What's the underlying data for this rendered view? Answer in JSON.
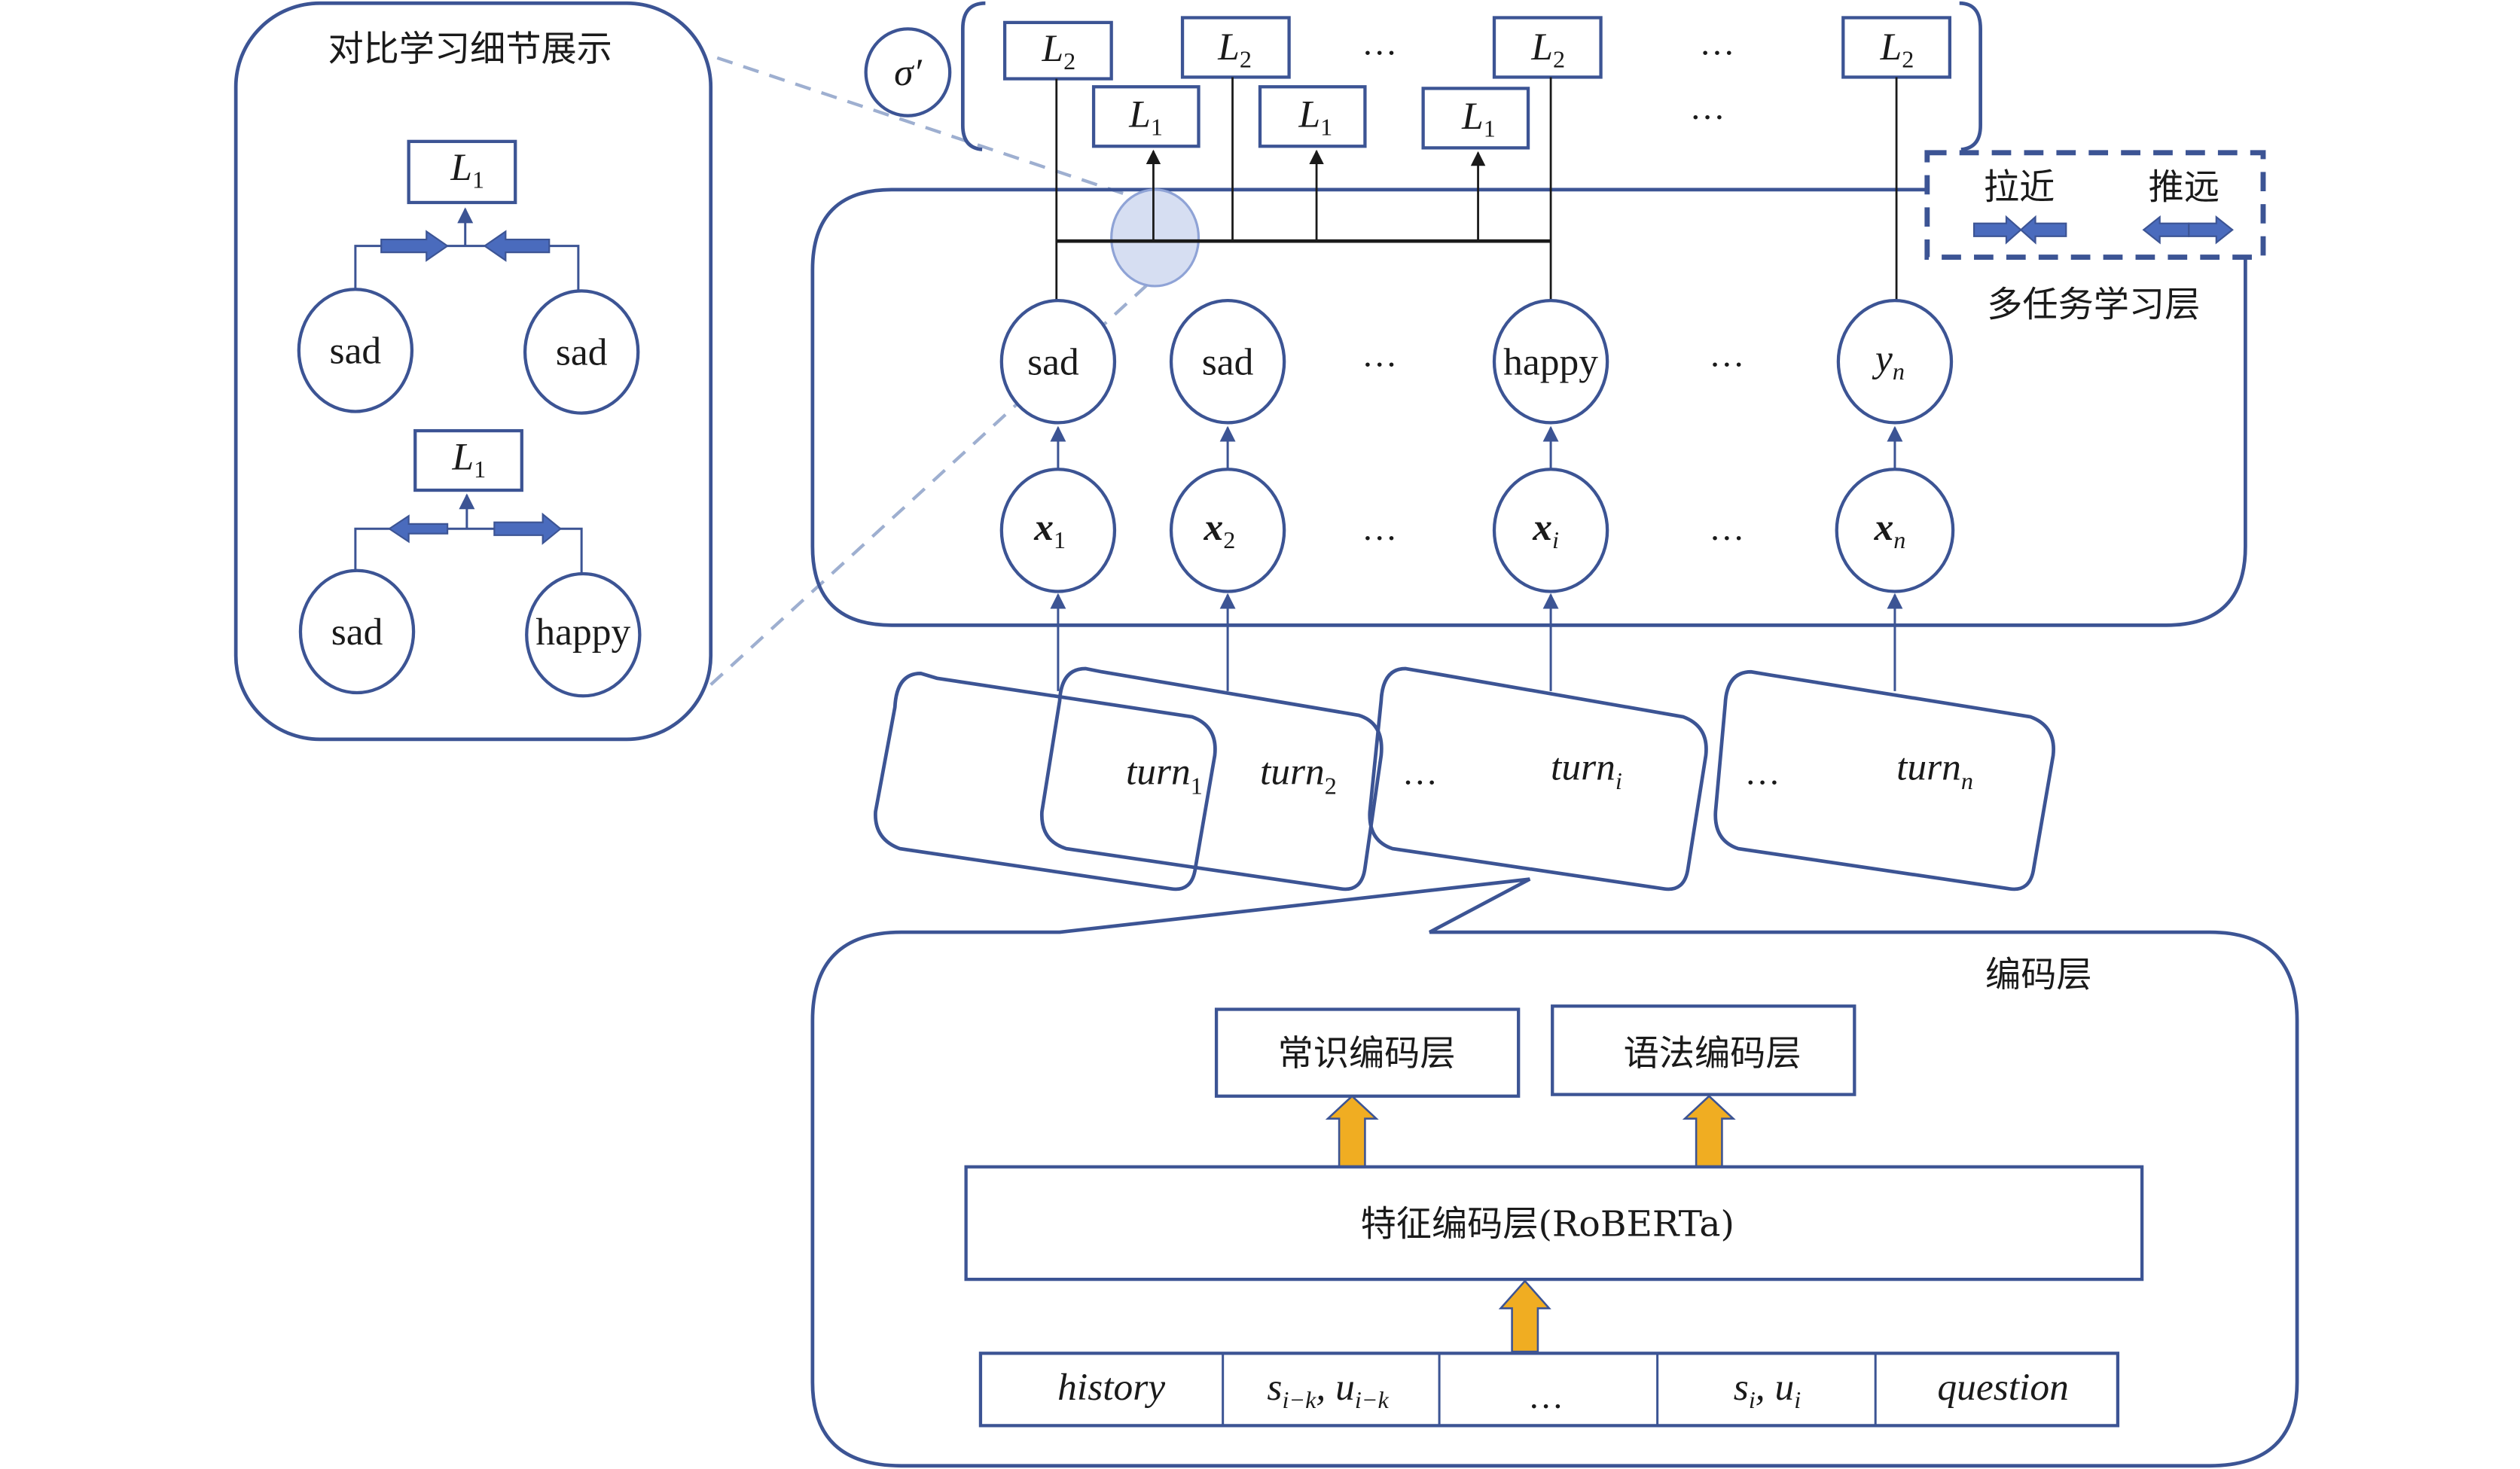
{
  "inset": {
    "title": "对比学习细节展示",
    "pull_pair": {
      "loss": "L",
      "loss_sub": "1",
      "left": "sad",
      "right": "sad"
    },
    "push_pair": {
      "loss": "L",
      "loss_sub": "1",
      "left": "sad",
      "right": "happy"
    }
  },
  "sigma": "σ′",
  "losses": {
    "l2_label": "L",
    "l2_sub": "2",
    "l1_label": "L",
    "l1_sub": "1",
    "ellipsis": "…"
  },
  "legend": {
    "pull_label": "拉近",
    "push_label": "推远"
  },
  "multitask": {
    "title": "多任务学习层",
    "labels": [
      "sad",
      "sad",
      "happy"
    ],
    "label_last": {
      "base": "y",
      "sub": "n"
    },
    "inputs": [
      {
        "base": "x",
        "sub": "1"
      },
      {
        "base": "x",
        "sub": "2"
      },
      {
        "base": "x",
        "sub": "i"
      },
      {
        "base": "x",
        "sub": "n"
      }
    ],
    "ellipsis": "…"
  },
  "turns": [
    {
      "base": "turn",
      "sub": "1"
    },
    {
      "base": "turn",
      "sub": "2"
    },
    {
      "base": "turn",
      "sub": "i"
    },
    {
      "base": "turn",
      "sub": "n"
    }
  ],
  "turn_ellipsis": "…",
  "encoder": {
    "title": "编码层",
    "commonsense": "常识编码层",
    "syntax": "语法编码层",
    "feature": "特征编码层(RoBERTa)",
    "inputs": {
      "history": "history",
      "ctx_s": "s",
      "ctx_s_sub": "i−k",
      "ctx_sep": ", ",
      "ctx_u": "u",
      "ctx_u_sub": "i−k",
      "ellipsis": "…",
      "cur_s": "s",
      "cur_s_sub": "i",
      "cur_sep": ", ",
      "cur_u": "u",
      "cur_u_sub": "i",
      "question": "question"
    }
  },
  "colors": {
    "line": "#3c5494",
    "arrow_fill": "#4a6bbd",
    "highlight": "#d6def2",
    "dashed": "#9eafd0",
    "encoder_arrow": "#f0ad22"
  }
}
